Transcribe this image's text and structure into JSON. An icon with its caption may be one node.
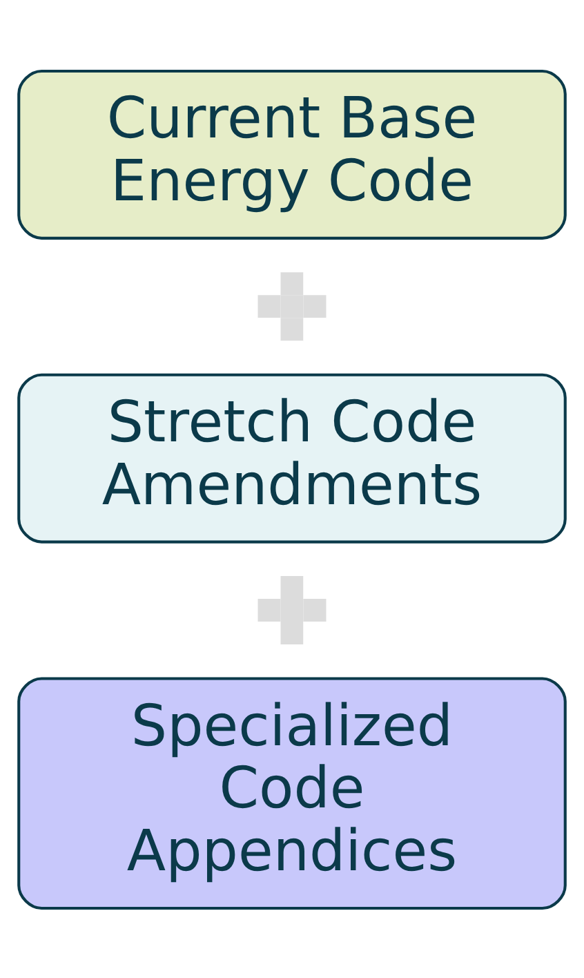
{
  "diagram": {
    "nodes": [
      {
        "text": [
          "Current Base Energy Code"
        ]
      },
      {
        "text": [],
        "shape": "plus"
      },
      {
        "text": [
          "Stretch Code Amendments"
        ]
      },
      {
        "text": [],
        "shape": "plus"
      },
      {
        "text": [
          "Specialized Code Appendices"
        ]
      }
    ]
  }
}
